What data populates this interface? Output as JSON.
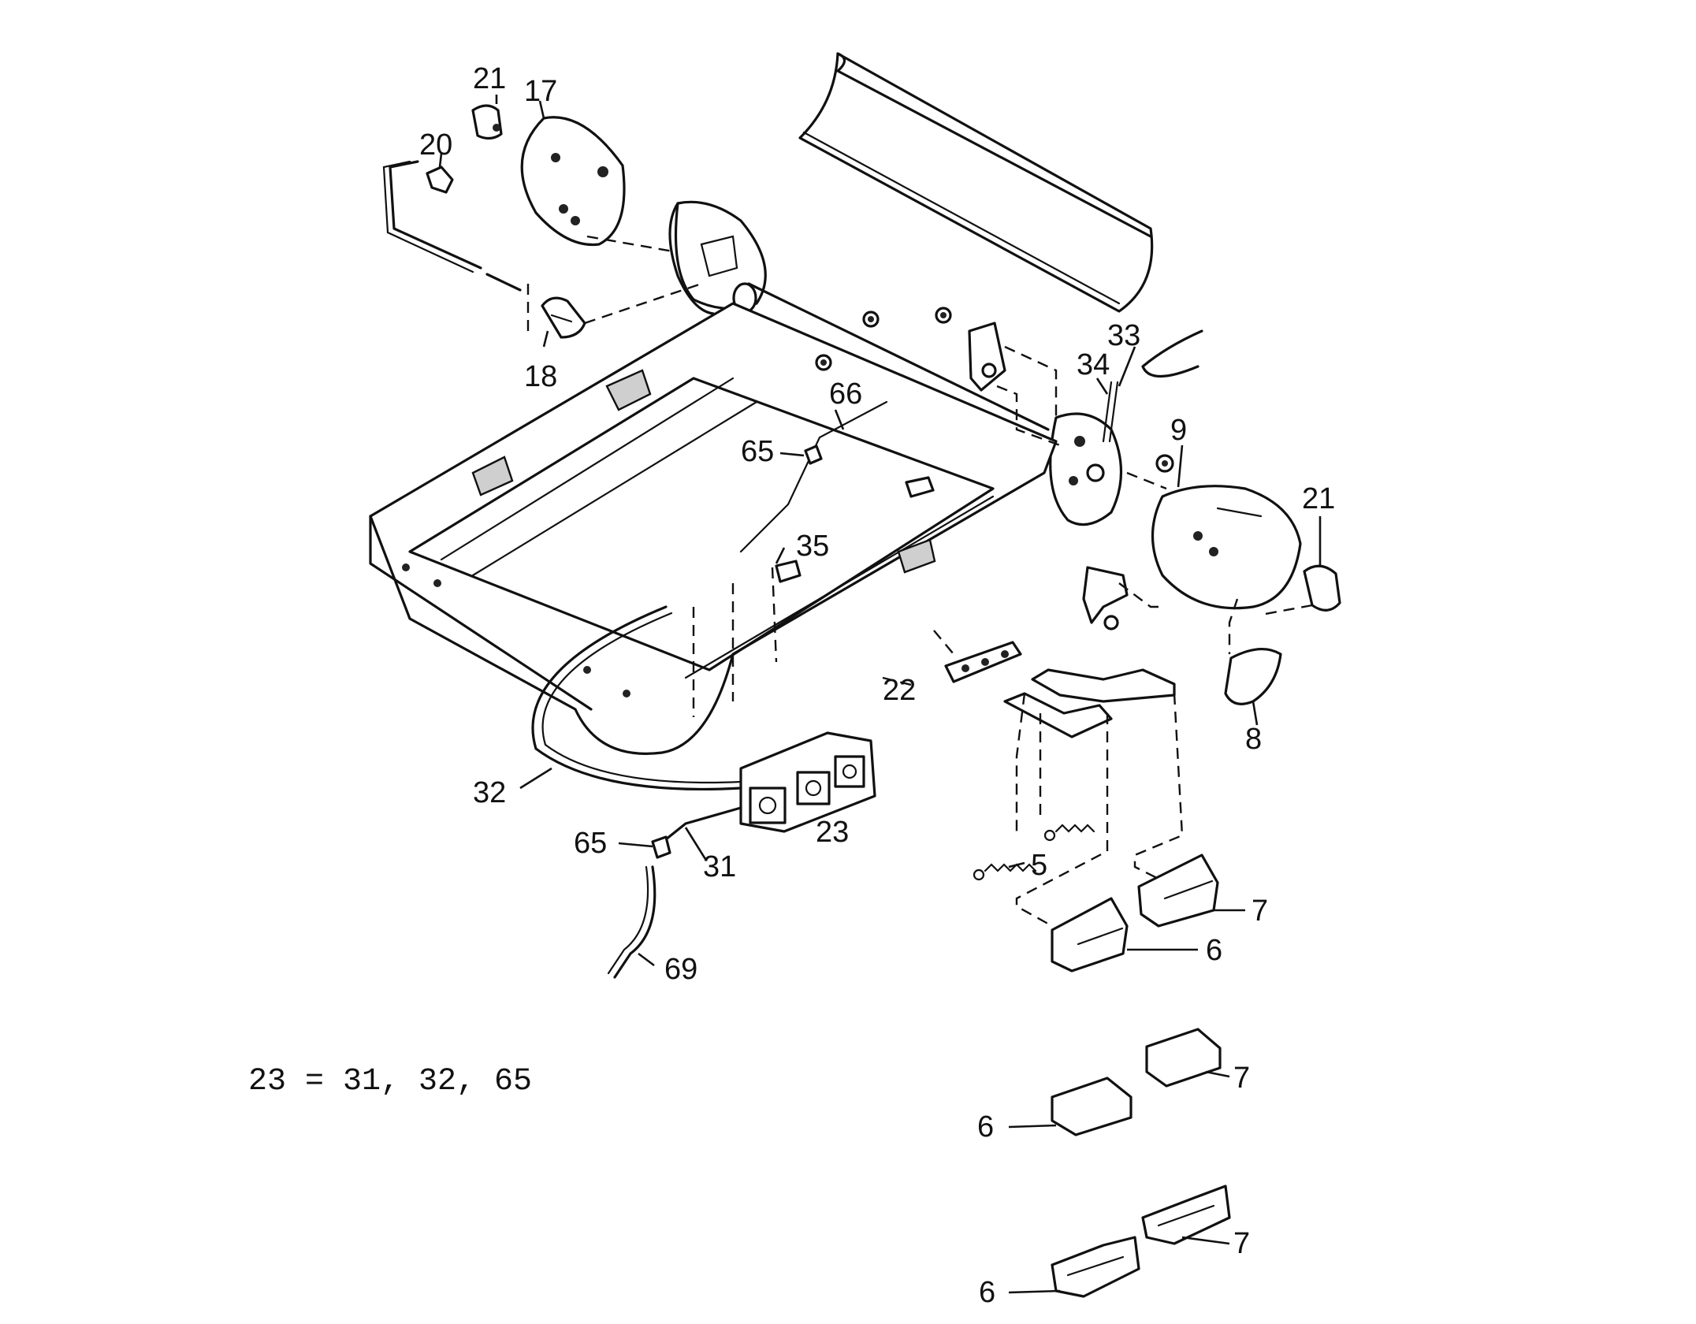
{
  "callouts": {
    "c21_top": "21",
    "c17": "17",
    "c20": "20",
    "c18": "18",
    "c33": "33",
    "c34": "34",
    "c66": "66",
    "c65_top": "65",
    "c9": "9",
    "c21_right": "21",
    "c35": "35",
    "c22": "22",
    "c8": "8",
    "c32": "32",
    "c23": "23",
    "c65_bottom": "65",
    "c31": "31",
    "c5": "5",
    "c69": "69",
    "c7_a": "7",
    "c6_a": "6",
    "c7_b": "7",
    "c6_b": "6",
    "c7_c": "7",
    "c6_c": "6"
  },
  "equation": "23 = 31, 32, 65"
}
